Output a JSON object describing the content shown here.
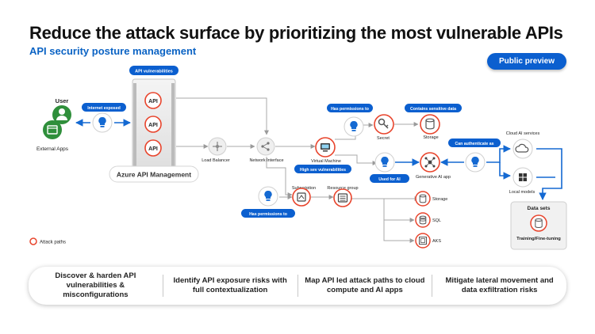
{
  "title": "Reduce the attack surface by prioritizing the most vulnerable APIs",
  "subtitle": "API security posture management",
  "preview_badge": "Public preview",
  "badges": {
    "api_vulnerabilities": "API vulnerabilities",
    "internet_exposed": "Internet exposed",
    "has_permissions_top": "Has permissions to",
    "contains_sensitive": "Contains sensitive data",
    "can_authenticate": "Can authenticate as",
    "high_sev": "High sev vulnerabilities",
    "used_for_ai": "Used for AI",
    "has_permissions_bottom": "Has permissions to"
  },
  "labels": {
    "user": "User",
    "external_apps": "External Apps",
    "api": "API",
    "azure_api_management": "Azure API Management",
    "load_balancer": "Load Balancer",
    "network_interface": "Network Interface",
    "virtual_machine": "Virtual Machine",
    "secret": "Secret",
    "storage_top": "Storage",
    "generative_ai_app": "Generative AI app",
    "cloud_ai_services": "Cloud AI services",
    "local_models": "Local models",
    "subscription": "Subscription",
    "resource_group": "Resource group",
    "storage": "Storage",
    "sql": "SQL",
    "aks": "AKS",
    "data_sets": "Data sets",
    "training": "Training/Fine-tuning",
    "attack_paths": "Attack paths"
  },
  "footer": [
    "Discover & harden API vulnerabilities & misconfigurations",
    "Identify API exposure risks with full contextualization",
    "Map API led attack paths to cloud compute and AI apps",
    "Mitigate lateral movement and data exfiltration risks"
  ],
  "colors": {
    "brand_blue": "#0b5fcf",
    "attack_red": "#e8442c",
    "user_green": "#2f8f3b"
  }
}
